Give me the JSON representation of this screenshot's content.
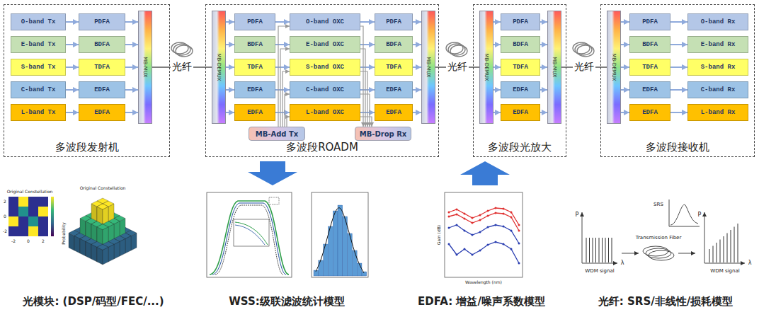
{
  "diagram": {
    "nodes": [
      {
        "text": [
          "多波段发射机"
        ]
      },
      {
        "text": [
          "O-band Tx"
        ],
        "in": 0
      },
      {
        "text": [
          "E-band Tx"
        ],
        "in": 0
      },
      {
        "text": [
          "S-band Tx"
        ],
        "in": 0
      },
      {
        "text": [
          "C-band Tx"
        ],
        "in": 0
      },
      {
        "text": [
          "L-band Tx"
        ],
        "in": 0
      },
      {
        "text": [
          "PDFA"
        ],
        "in": 0
      },
      {
        "text": [
          "BDFA"
        ],
        "in": 0
      },
      {
        "text": [
          "TDFA"
        ],
        "in": 0
      },
      {
        "text": [
          "EDFA"
        ],
        "in": 0
      },
      {
        "text": [
          "EDFA"
        ],
        "in": 0
      },
      {
        "text": [
          "MB-MUX"
        ],
        "in": 0
      },
      {
        "text": [
          "多波段ROADM"
        ]
      },
      {
        "text": [
          "MB-DEMUX"
        ],
        "in": 12
      },
      {
        "text": [
          "PDFA"
        ],
        "in": 12
      },
      {
        "text": [
          "BDFA"
        ],
        "in": 12
      },
      {
        "text": [
          "TDFA"
        ],
        "in": 12
      },
      {
        "text": [
          "EDFA"
        ],
        "in": 12
      },
      {
        "text": [
          "EDFA"
        ],
        "in": 12
      },
      {
        "text": [
          "O-band OXC"
        ],
        "in": 12
      },
      {
        "text": [
          "E-band OXC"
        ],
        "in": 12
      },
      {
        "text": [
          "S-band OXC"
        ],
        "in": 12
      },
      {
        "text": [
          "C-band OXC"
        ],
        "in": 12
      },
      {
        "text": [
          "L-band OXC"
        ],
        "in": 12
      },
      {
        "text": [
          "PDFA"
        ],
        "in": 12
      },
      {
        "text": [
          "BDFA"
        ],
        "in": 12
      },
      {
        "text": [
          "TDFA"
        ],
        "in": 12
      },
      {
        "text": [
          "EDFA"
        ],
        "in": 12
      },
      {
        "text": [
          "EDFA"
        ],
        "in": 12
      },
      {
        "text": [
          "MB-MUX"
        ],
        "in": 12
      },
      {
        "text": [
          "MB-Add Tx"
        ],
        "in": 12
      },
      {
        "text": [
          "MB-Drop Rx"
        ],
        "in": 12
      },
      {
        "text": [
          "多波段光放大"
        ]
      },
      {
        "text": [
          "MB-DEMUX"
        ],
        "in": 32
      },
      {
        "text": [
          "PDFA"
        ],
        "in": 32
      },
      {
        "text": [
          "BDFA"
        ],
        "in": 32
      },
      {
        "text": [
          "TDFA"
        ],
        "in": 32
      },
      {
        "text": [
          "EDFA"
        ],
        "in": 32
      },
      {
        "text": [
          "EDFA"
        ],
        "in": 32
      },
      {
        "text": [
          "MB-MUX"
        ],
        "in": 32
      },
      {
        "text": [
          "多波段接收机"
        ]
      },
      {
        "text": [
          "MB-DEMUX"
        ],
        "in": 40
      },
      {
        "text": [
          "PDFA"
        ],
        "in": 40
      },
      {
        "text": [
          "BDFA"
        ],
        "in": 40
      },
      {
        "text": [
          "TDFA"
        ],
        "in": 40
      },
      {
        "text": [
          "EDFA"
        ],
        "in": 40
      },
      {
        "text": [
          "EDFA"
        ],
        "in": 40
      },
      {
        "text": [
          "O-band Rx"
        ],
        "in": 40
      },
      {
        "text": [
          "E-band Rx"
        ],
        "in": 40
      },
      {
        "text": [
          "S-band Rx"
        ],
        "in": 40
      },
      {
        "text": [
          "C-band Rx"
        ],
        "in": 40
      },
      {
        "text": [
          "L-band Rx"
        ],
        "in": 40
      }
    ],
    "edges": [
      {
        "from": 1,
        "to": 6,
        "arrow": "to"
      },
      {
        "from": 2,
        "to": 7,
        "arrow": "to"
      },
      {
        "from": 3,
        "to": 8,
        "arrow": "to"
      },
      {
        "from": 4,
        "to": 9,
        "arrow": "to"
      },
      {
        "from": 5,
        "to": 10,
        "arrow": "to"
      },
      {
        "from": 6,
        "to": 11,
        "arrow": "to"
      },
      {
        "from": 7,
        "to": 11,
        "arrow": "to"
      },
      {
        "from": 8,
        "to": 11,
        "arrow": "to"
      },
      {
        "from": 9,
        "to": 11,
        "arrow": "to"
      },
      {
        "from": 10,
        "to": 11,
        "arrow": "to"
      },
      {
        "from": 11,
        "to": 13,
        "label": "光纤",
        "arrow": "none"
      },
      {
        "from": 13,
        "to": 14,
        "arrow": "to"
      },
      {
        "from": 13,
        "to": 15,
        "arrow": "to"
      },
      {
        "from": 13,
        "to": 16,
        "arrow": "to"
      },
      {
        "from": 13,
        "to": 17,
        "arrow": "to"
      },
      {
        "from": 13,
        "to": 18,
        "arrow": "to"
      },
      {
        "from": 14,
        "to": 19,
        "arrow": "to"
      },
      {
        "from": 15,
        "to": 20,
        "arrow": "to"
      },
      {
        "from": 16,
        "to": 21,
        "arrow": "to"
      },
      {
        "from": 17,
        "to": 22,
        "arrow": "to"
      },
      {
        "from": 18,
        "to": 23,
        "arrow": "to"
      },
      {
        "from": 19,
        "to": 24,
        "arrow": "to"
      },
      {
        "from": 20,
        "to": 25,
        "arrow": "to"
      },
      {
        "from": 21,
        "to": 26,
        "arrow": "to"
      },
      {
        "from": 22,
        "to": 27,
        "arrow": "to"
      },
      {
        "from": 23,
        "to": 28,
        "arrow": "to"
      },
      {
        "from": 24,
        "to": 29,
        "arrow": "to"
      },
      {
        "from": 25,
        "to": 29,
        "arrow": "to"
      },
      {
        "from": 26,
        "to": 29,
        "arrow": "to"
      },
      {
        "from": 27,
        "to": 29,
        "arrow": "to"
      },
      {
        "from": 28,
        "to": 29,
        "arrow": "to"
      },
      {
        "from": 30,
        "to": 19,
        "arrow": "to"
      },
      {
        "from": 30,
        "to": 20,
        "arrow": "to"
      },
      {
        "from": 30,
        "to": 21,
        "arrow": "to"
      },
      {
        "from": 30,
        "to": 22,
        "arrow": "to"
      },
      {
        "from": 30,
        "to": 23,
        "arrow": "to"
      },
      {
        "from": 19,
        "to": 31,
        "arrow": "to"
      },
      {
        "from": 20,
        "to": 31,
        "arrow": "to"
      },
      {
        "from": 21,
        "to": 31,
        "arrow": "to"
      },
      {
        "from": 22,
        "to": 31,
        "arrow": "to"
      },
      {
        "from": 23,
        "to": 31,
        "arrow": "to"
      },
      {
        "from": 29,
        "to": 33,
        "label": "光纤",
        "arrow": "none"
      },
      {
        "from": 33,
        "to": 34,
        "arrow": "to"
      },
      {
        "from": 33,
        "to": 35,
        "arrow": "to"
      },
      {
        "from": 33,
        "to": 36,
        "arrow": "to"
      },
      {
        "from": 33,
        "to": 37,
        "arrow": "to"
      },
      {
        "from": 33,
        "to": 38,
        "arrow": "to"
      },
      {
        "from": 34,
        "to": 39,
        "arrow": "to"
      },
      {
        "from": 35,
        "to": 39,
        "arrow": "to"
      },
      {
        "from": 36,
        "to": 39,
        "arrow": "to"
      },
      {
        "from": 37,
        "to": 39,
        "arrow": "to"
      },
      {
        "from": 38,
        "to": 39,
        "arrow": "to"
      },
      {
        "from": 39,
        "to": 41,
        "label": "光纤",
        "arrow": "none"
      },
      {
        "from": 41,
        "to": 42,
        "arrow": "to"
      },
      {
        "from": 41,
        "to": 43,
        "arrow": "to"
      },
      {
        "from": 41,
        "to": 44,
        "arrow": "to"
      },
      {
        "from": 41,
        "to": 45,
        "arrow": "to"
      },
      {
        "from": 41,
        "to": 46,
        "arrow": "to"
      },
      {
        "from": 42,
        "to": 47,
        "arrow": "to"
      },
      {
        "from": 43,
        "to": 48,
        "arrow": "to"
      },
      {
        "from": 44,
        "to": 49,
        "arrow": "to"
      },
      {
        "from": 45,
        "to": 50,
        "arrow": "to"
      },
      {
        "from": 46,
        "to": 51,
        "arrow": "to"
      }
    ],
    "labels": [
      "Original Constellation",
      "Original Constellation",
      "Probability",
      "2",
      "0",
      "-2",
      "-2",
      "0",
      "2",
      "Wavelength (nm)",
      "Gain (dB)",
      "WDM signal",
      "Transmission Fiber",
      "SRS",
      "WDM signal",
      "P",
      "λ",
      "P",
      "λ",
      "光模块: (DSP/码型/FEC/...)",
      "WSS:级联滤波统计模型",
      "EDFA: 增益/噪声系数模型",
      "光纤: SRS/非线性/损耗模型"
    ]
  }
}
